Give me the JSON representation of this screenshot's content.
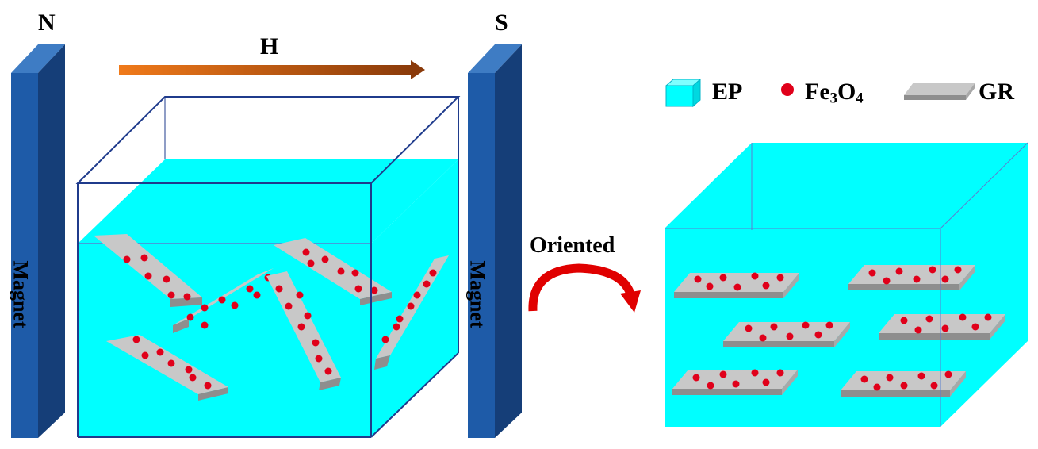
{
  "labels": {
    "north": "N",
    "south": "S",
    "field": "H",
    "magnet_left": "Magnet",
    "magnet_right": "Magnet",
    "oriented": "Oriented"
  },
  "legend": {
    "ep": "EP",
    "fe_main": "Fe",
    "fe_sub1": "3",
    "fe_o": "O",
    "fe_sub2": "4",
    "gr": "GR"
  },
  "colors": {
    "epoxy": "#00FFFF",
    "magnet_front": "#1E5BA8",
    "magnet_side": "#153E78",
    "magnet_top": "#3E7CC4",
    "arrow_start": "#F07A1A",
    "arrow_end": "#8A3A0A",
    "particle": "#E0001A",
    "sheet_top": "#C8C8C8",
    "sheet_edge": "#8E8E8E",
    "box_line": "#1F3B8C",
    "curved_arrow": "#E00000"
  }
}
